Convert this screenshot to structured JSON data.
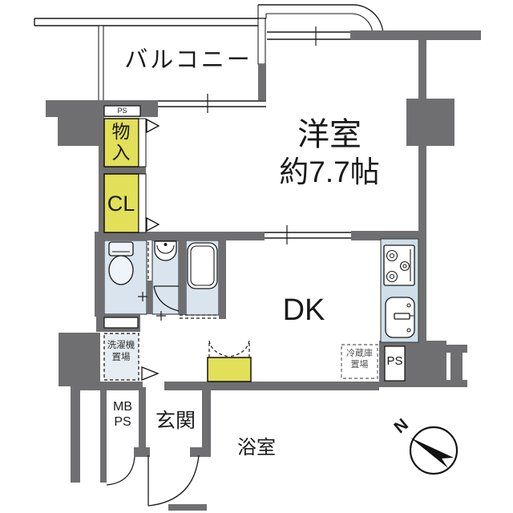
{
  "plan": {
    "labels": {
      "balcony": "バルコニー",
      "ps_top": "PS",
      "storage_line1": "物",
      "storage_line2": "入",
      "closet": "CL",
      "western_room": "洋室",
      "western_room_size": "約7.7帖",
      "dining_kitchen": "DK",
      "laundry_line1": "洗濯機",
      "laundry_line2": "置場",
      "fridge_line1": "冷蔵庫",
      "fridge_line2": "置場",
      "ps_right": "PS",
      "meter_box_line1": "MB",
      "meter_box_line2": "PS",
      "entrance": "玄関",
      "bathroom": "浴室",
      "compass_north": "N"
    },
    "colors": {
      "wall": "#6f6f71",
      "accent": "#e2df58",
      "room-blue": "#d9e4ee",
      "counter-blue": "#cfdfe9",
      "laundry-blue": "#e6edf3",
      "line": "#1a1a1a"
    }
  }
}
